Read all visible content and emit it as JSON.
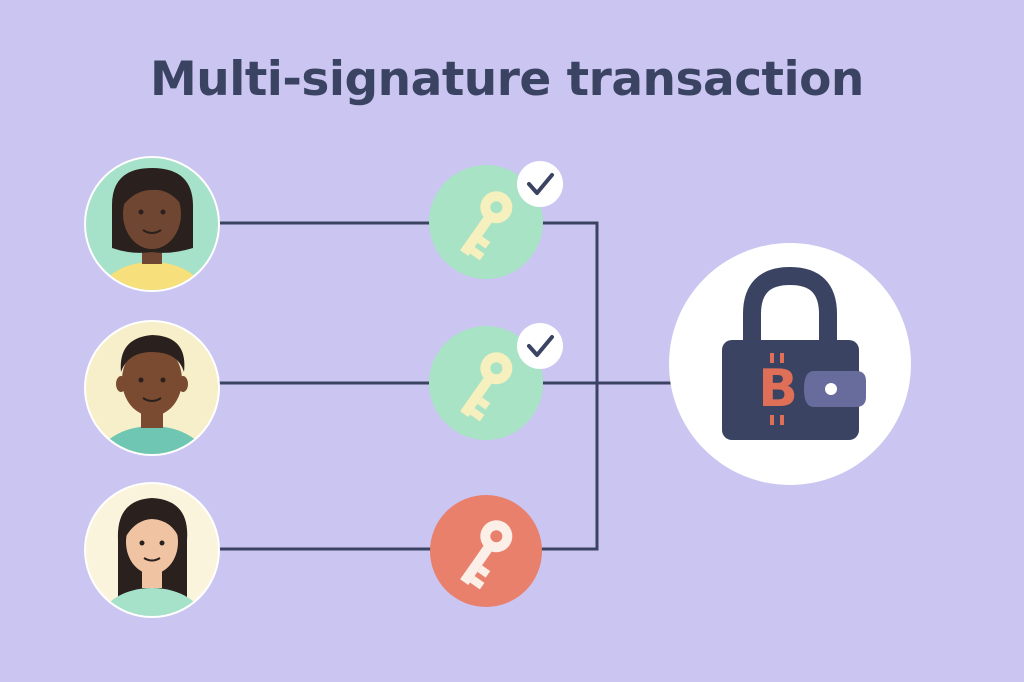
{
  "title": "Multi-signature transaction",
  "colors": {
    "background": "#cbc5f1",
    "title_text": "#3b4363",
    "connector_line": "#3b4363",
    "key_signed_bg": "#a8e3c5",
    "key_signed_color": "#f6f0be",
    "key_unsigned_bg": "#e8806c",
    "key_unsigned_color": "#fbefe8",
    "check_badge_bg": "#ffffff",
    "check_mark": "#3b4363",
    "wallet_circle": "#ffffff",
    "wallet_body": "#3b4363",
    "bitcoin_symbol": "#e06f57",
    "wallet_clasp": "#676c9c"
  },
  "participants": [
    {
      "name": "participant-1",
      "avatar_bg": "#a6e1c9",
      "skin": "#6f4631",
      "hair": "#2a211e",
      "shirt": "#f7e07b",
      "key_status": "signed"
    },
    {
      "name": "participant-2",
      "avatar_bg": "#f7efc9",
      "skin": "#7a4b30",
      "hair": "#2a211e",
      "shirt": "#6fc6b2",
      "key_status": "signed"
    },
    {
      "name": "participant-3",
      "avatar_bg": "#fbf4dd",
      "skin": "#f0c4a3",
      "hair": "#2a211e",
      "shirt": "#a6e1c9",
      "key_status": "unsigned"
    }
  ],
  "wallet": {
    "icon": "bitcoin-padlock-wallet-icon",
    "symbol": "bitcoin-symbol"
  }
}
